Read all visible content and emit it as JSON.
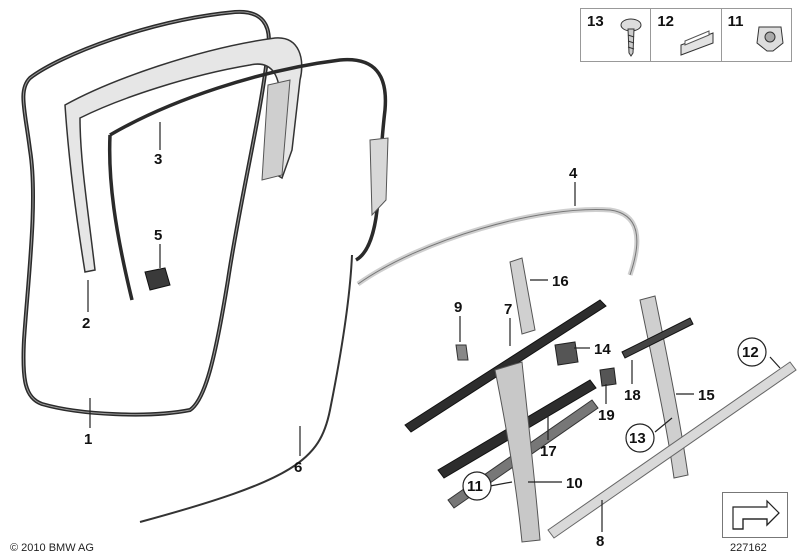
{
  "legend": [
    {
      "number": "13",
      "icon": "screw-icon"
    },
    {
      "number": "12",
      "icon": "clip-icon"
    },
    {
      "number": "11",
      "icon": "clamp-icon"
    }
  ],
  "callouts": {
    "c1": "1",
    "c2": "2",
    "c3": "3",
    "c4": "4",
    "c5": "5",
    "c6": "6",
    "c7": "7",
    "c8": "8",
    "c9": "9",
    "c10": "10",
    "c11": "11",
    "c12": "12",
    "c13": "13",
    "c14": "14",
    "c15": "15",
    "c16": "16",
    "c17": "17",
    "c18": "18",
    "c19": "19"
  },
  "footer": {
    "copyright": "© 2010 BMW AG",
    "reference": "227162"
  }
}
